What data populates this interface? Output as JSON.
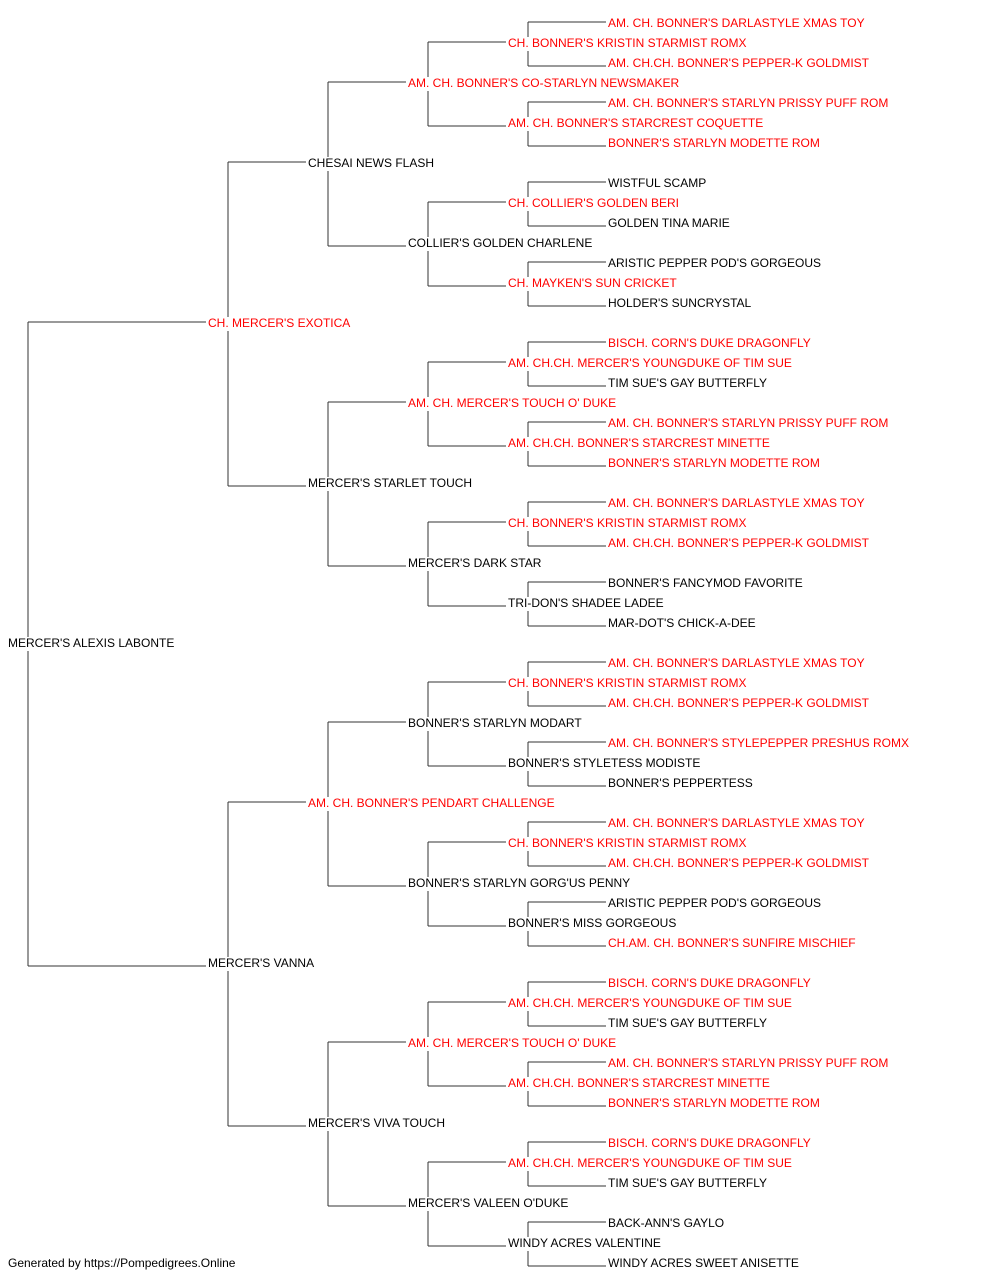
{
  "colors": {
    "champion": "#ff0000",
    "normal": "#000000",
    "line": "#333333"
  },
  "pedigree": [
    {
      "name": "MERCER'S ALEXIS LABONTE",
      "champion": false
    },
    {
      "name": "CH. MERCER'S EXOTICA",
      "champion": true
    },
    {
      "name": "MERCER'S VANNA",
      "champion": false
    },
    {
      "name": "CHESAI NEWS FLASH",
      "champion": false
    },
    {
      "name": "MERCER'S STARLET TOUCH",
      "champion": false
    },
    {
      "name": "AM. CH. BONNER'S PENDART CHALLENGE",
      "champion": true
    },
    {
      "name": "MERCER'S VIVA TOUCH",
      "champion": false
    },
    {
      "name": "AM. CH. BONNER'S CO-STARLYN NEWSMAKER",
      "champion": true
    },
    {
      "name": "COLLIER'S GOLDEN CHARLENE",
      "champion": false
    },
    {
      "name": "AM. CH. MERCER'S TOUCH O' DUKE",
      "champion": true
    },
    {
      "name": "MERCER'S DARK STAR",
      "champion": false
    },
    {
      "name": "BONNER'S STARLYN MODART",
      "champion": false
    },
    {
      "name": "BONNER'S STARLYN GORG'US PENNY",
      "champion": false
    },
    {
      "name": "AM. CH. MERCER'S TOUCH O' DUKE",
      "champion": true
    },
    {
      "name": "MERCER'S VALEEN O'DUKE",
      "champion": false
    },
    {
      "name": "CH. BONNER'S KRISTIN STARMIST ROMX",
      "champion": true
    },
    {
      "name": "AM. CH. BONNER'S STARCREST COQUETTE",
      "champion": true
    },
    {
      "name": "CH. COLLIER'S GOLDEN BERI",
      "champion": true
    },
    {
      "name": "CH. MAYKEN'S SUN CRICKET",
      "champion": true
    },
    {
      "name": "AM. CH.CH. MERCER'S YOUNGDUKE OF TIM SUE",
      "champion": true
    },
    {
      "name": "AM. CH.CH. BONNER'S STARCREST MINETTE",
      "champion": true
    },
    {
      "name": "CH. BONNER'S KRISTIN STARMIST ROMX",
      "champion": true
    },
    {
      "name": "TRI-DON'S SHADEE LADEE",
      "champion": false
    },
    {
      "name": "CH. BONNER'S KRISTIN STARMIST ROMX",
      "champion": true
    },
    {
      "name": "BONNER'S STYLETESS MODISTE",
      "champion": false
    },
    {
      "name": "CH. BONNER'S KRISTIN STARMIST ROMX",
      "champion": true
    },
    {
      "name": "BONNER'S MISS GORGEOUS",
      "champion": false
    },
    {
      "name": "AM. CH.CH. MERCER'S YOUNGDUKE OF TIM SUE",
      "champion": true
    },
    {
      "name": "AM. CH.CH. BONNER'S STARCREST MINETTE",
      "champion": true
    },
    {
      "name": "AM. CH.CH. MERCER'S YOUNGDUKE OF TIM SUE",
      "champion": true
    },
    {
      "name": "WINDY ACRES VALENTINE",
      "champion": false
    },
    {
      "name": "AM. CH. BONNER'S DARLASTYLE XMAS TOY",
      "champion": true
    },
    {
      "name": "AM. CH.CH. BONNER'S PEPPER-K GOLDMIST",
      "champion": true
    },
    {
      "name": "AM. CH. BONNER'S STARLYN PRISSY PUFF ROM",
      "champion": true
    },
    {
      "name": "BONNER'S STARLYN MODETTE ROM",
      "champion": true
    },
    {
      "name": "WISTFUL SCAMP",
      "champion": false
    },
    {
      "name": "GOLDEN TINA MARIE",
      "champion": false
    },
    {
      "name": "ARISTIC PEPPER POD'S GORGEOUS",
      "champion": false
    },
    {
      "name": "HOLDER'S SUNCRYSTAL",
      "champion": false
    },
    {
      "name": "BISCH. CORN'S DUKE DRAGONFLY",
      "champion": true
    },
    {
      "name": "TIM SUE'S GAY BUTTERFLY",
      "champion": false
    },
    {
      "name": "AM. CH. BONNER'S STARLYN PRISSY PUFF ROM",
      "champion": true
    },
    {
      "name": "BONNER'S STARLYN MODETTE ROM",
      "champion": true
    },
    {
      "name": "AM. CH. BONNER'S DARLASTYLE XMAS TOY",
      "champion": true
    },
    {
      "name": "AM. CH.CH. BONNER'S PEPPER-K GOLDMIST",
      "champion": true
    },
    {
      "name": "BONNER'S FANCYMOD FAVORITE",
      "champion": false
    },
    {
      "name": "MAR-DOT'S CHICK-A-DEE",
      "champion": false
    },
    {
      "name": "AM. CH. BONNER'S DARLASTYLE XMAS TOY",
      "champion": true
    },
    {
      "name": "AM. CH.CH. BONNER'S PEPPER-K GOLDMIST",
      "champion": true
    },
    {
      "name": "AM. CH. BONNER'S STYLEPEPPER PRESHUS ROMX",
      "champion": true
    },
    {
      "name": "BONNER'S PEPPERTESS",
      "champion": false
    },
    {
      "name": "AM. CH. BONNER'S DARLASTYLE XMAS TOY",
      "champion": true
    },
    {
      "name": "AM. CH.CH. BONNER'S PEPPER-K GOLDMIST",
      "champion": true
    },
    {
      "name": "ARISTIC PEPPER POD'S GORGEOUS",
      "champion": false
    },
    {
      "name": "CH.AM. CH. BONNER'S SUNFIRE MISCHIEF",
      "champion": true
    },
    {
      "name": "BISCH. CORN'S DUKE DRAGONFLY",
      "champion": true
    },
    {
      "name": "TIM SUE'S GAY BUTTERFLY",
      "champion": false
    },
    {
      "name": "AM. CH. BONNER'S STARLYN PRISSY PUFF ROM",
      "champion": true
    },
    {
      "name": "BONNER'S STARLYN MODETTE ROM",
      "champion": true
    },
    {
      "name": "BISCH. CORN'S DUKE DRAGONFLY",
      "champion": true
    },
    {
      "name": "TIM SUE'S GAY BUTTERFLY",
      "champion": false
    },
    {
      "name": "BACK-ANN'S GAYLO",
      "champion": false
    },
    {
      "name": "WINDY ACRES SWEET ANISETTE",
      "champion": false
    }
  ],
  "footer": {
    "text": "Generated by https://Pompedigrees.Online"
  }
}
